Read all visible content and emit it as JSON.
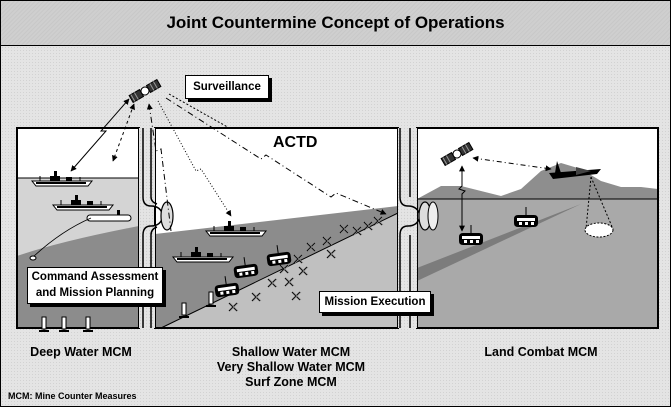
{
  "title": "Joint Countermine Concept of Operations",
  "labels": {
    "surveillance": "Surveillance",
    "actd": "ACTD",
    "command_line1": "Command Assessment",
    "command_line2": "and Mission Planning",
    "mission_execution": "Mission Execution"
  },
  "panels": [
    {
      "id": "deep-water",
      "caption_lines": [
        "Deep Water MCM"
      ]
    },
    {
      "id": "shallow-water",
      "caption_lines": [
        "Shallow Water MCM",
        "Very Shallow Water MCM",
        "Surf Zone MCM"
      ]
    },
    {
      "id": "land-combat",
      "caption_lines": [
        "Land Combat MCM"
      ]
    }
  ],
  "footnote": "MCM: Mine Counter Measures",
  "icons": [
    "satellite-icon",
    "ship-icon",
    "submarine-icon",
    "tank-icon",
    "aircraft-icon",
    "mine-icon",
    "obstacle-x-icon",
    "connector-joint-icon"
  ],
  "colors": {
    "sky": "#ffffff",
    "deep_water": "#d4d4d4",
    "seabed": "#8c8c8c",
    "beach": "#c0c0c0",
    "land": "#a9a9a9",
    "hills": "#8e8e8e",
    "road": "#7c7c7c",
    "outline": "#000000"
  }
}
